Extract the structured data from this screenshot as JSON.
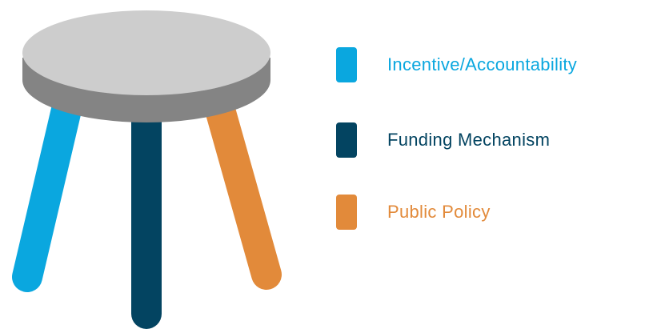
{
  "legend": {
    "items": [
      {
        "label": "Incentive/Accountability",
        "color": "#0aa7df"
      },
      {
        "label": "Funding Mechanism",
        "color": "#034461"
      },
      {
        "label": "Public Policy",
        "color": "#e28a3a"
      }
    ]
  },
  "stool": {
    "seat_top_color": "#cdcdcd",
    "seat_side_color": "#848484",
    "leg_colors": [
      "#0aa7df",
      "#034461",
      "#e28a3a"
    ]
  }
}
